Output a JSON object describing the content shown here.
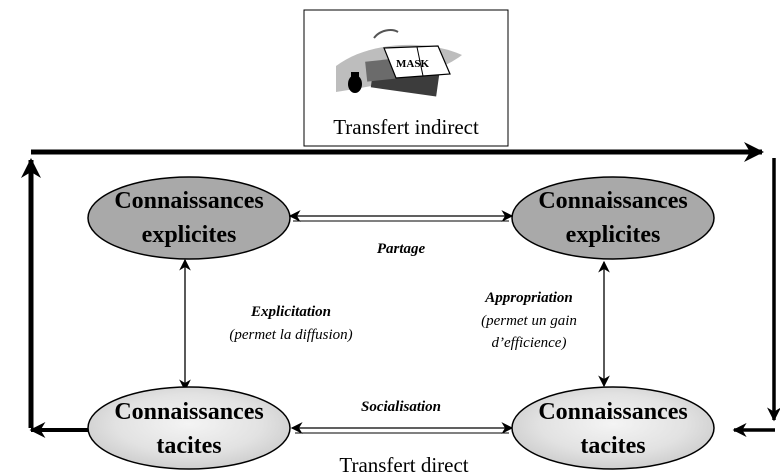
{
  "top_box": {
    "logo_label": "MASK",
    "caption": "Transfert indirect"
  },
  "bottom_caption": "Transfert direct",
  "nodes": {
    "top_left": {
      "line1": "Connaissances",
      "line2": "explicites"
    },
    "top_right": {
      "line1": "Connaissances",
      "line2": "explicites"
    },
    "bottom_left": {
      "line1": "Connaissances",
      "line2": "tacites"
    },
    "bottom_right": {
      "line1": "Connaissances",
      "line2": "tacites"
    }
  },
  "flows": {
    "partage": {
      "label": "Partage"
    },
    "socialisation": {
      "label": "Socialisation"
    },
    "explicitation": {
      "label": "Explicitation",
      "sub1": "(permet la diffusion)"
    },
    "appropriation": {
      "label": "Appropriation",
      "sub1": "(permet un gain",
      "sub2": "d’efficience)"
    }
  },
  "colors": {
    "explicit_fill": "#a9a9a9",
    "tacit_fill": "#e4e4e4",
    "stroke": "#000000"
  },
  "icons": [
    "book-mask-icon",
    "ink-bottle-icon",
    "quill-icon"
  ]
}
